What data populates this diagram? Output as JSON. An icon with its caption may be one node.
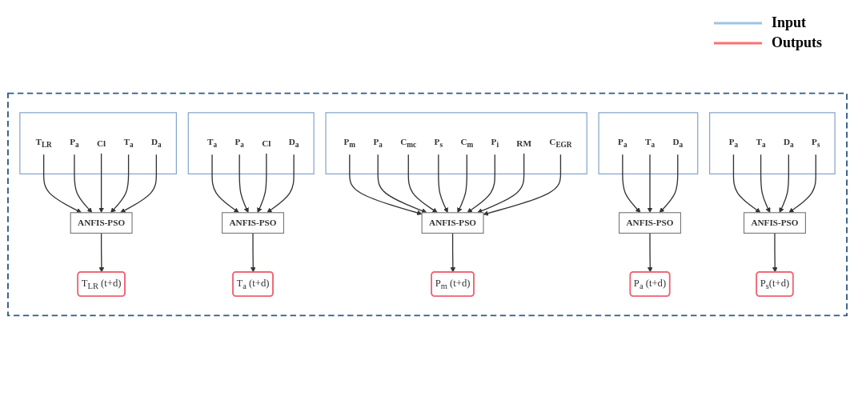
{
  "diagram": {
    "nodes": [
      {
        "text": [],
        "shape": "box"
      },
      {
        "text": [],
        "shape": "box",
        "in": 0
      },
      {
        "text": [
          "T$_{LR}$"
        ],
        "in": 1
      },
      {
        "text": [
          "P$_{a}$"
        ],
        "in": 1
      },
      {
        "text": [
          "Cl"
        ],
        "in": 1
      },
      {
        "text": [
          "T$_{a}$"
        ],
        "in": 1
      },
      {
        "text": [
          "D$_{a}$"
        ],
        "in": 1
      },
      {
        "text": [
          "ANFIS-PSO"
        ],
        "in": 0
      },
      {
        "text": [
          "T$_{LR}$ (t+d)"
        ],
        "in": 0
      },
      {
        "text": [],
        "shape": "box",
        "in": 0
      },
      {
        "text": [
          "T$_{a}$"
        ],
        "in": 9
      },
      {
        "text": [
          "P$_{a}$"
        ],
        "in": 9
      },
      {
        "text": [
          "Cl"
        ],
        "in": 9
      },
      {
        "text": [
          "D$_{a}$"
        ],
        "in": 9
      },
      {
        "text": [
          "ANFIS-PSO"
        ],
        "in": 0
      },
      {
        "text": [
          "T$_{a}$ (t+d)"
        ],
        "in": 0
      },
      {
        "text": [],
        "shape": "box",
        "in": 0
      },
      {
        "text": [
          "P$_{m}$"
        ],
        "in": 16
      },
      {
        "text": [
          "P$_{a}$"
        ],
        "in": 16
      },
      {
        "text": [
          "C$_{mc}$"
        ],
        "in": 16
      },
      {
        "text": [
          "P$_{s}$"
        ],
        "in": 16
      },
      {
        "text": [
          "C$_{m}$"
        ],
        "in": 16
      },
      {
        "text": [
          "P$_{i}$"
        ],
        "in": 16
      },
      {
        "text": [
          "RM"
        ],
        "in": 16
      },
      {
        "text": [
          "C$_{EGR}$"
        ],
        "in": 16
      },
      {
        "text": [
          "ANFIS-PSO"
        ],
        "in": 0
      },
      {
        "text": [
          "P$_{m}$ (t+d)"
        ],
        "in": 0
      },
      {
        "text": [],
        "shape": "box",
        "in": 0
      },
      {
        "text": [
          "P$_{a}$"
        ],
        "in": 27
      },
      {
        "text": [
          "T$_{a}$"
        ],
        "in": 27
      },
      {
        "text": [
          "D$_{a}$"
        ],
        "in": 27
      },
      {
        "text": [
          "ANFIS-PSO"
        ],
        "in": 0
      },
      {
        "text": [
          "P$_{a}$ (t+d)"
        ],
        "in": 0
      },
      {
        "text": [],
        "shape": "box",
        "in": 0
      },
      {
        "text": [
          "P$_{a}$"
        ],
        "in": 33
      },
      {
        "text": [
          "T$_{a}$"
        ],
        "in": 33
      },
      {
        "text": [
          "D$_{a}$"
        ],
        "in": 33
      },
      {
        "text": [
          "P$_{s}$"
        ],
        "in": 33
      },
      {
        "text": [
          "ANFIS-PSO"
        ],
        "in": 0
      },
      {
        "text": [
          "P$_{s}$(t+d)"
        ],
        "in": 0
      }
    ],
    "edges": [
      {
        "from": 2,
        "to": 7,
        "arrow": "to"
      },
      {
        "from": 3,
        "to": 7,
        "arrow": "to"
      },
      {
        "from": 4,
        "to": 7,
        "arrow": "to"
      },
      {
        "from": 5,
        "to": 7,
        "arrow": "to"
      },
      {
        "from": 6,
        "to": 7,
        "arrow": "to"
      },
      {
        "from": 7,
        "to": 8,
        "arrow": "to"
      },
      {
        "from": 10,
        "to": 14,
        "arrow": "to"
      },
      {
        "from": 11,
        "to": 14,
        "arrow": "to"
      },
      {
        "from": 12,
        "to": 14,
        "arrow": "to"
      },
      {
        "from": 13,
        "to": 14,
        "arrow": "to"
      },
      {
        "from": 14,
        "to": 15,
        "arrow": "to"
      },
      {
        "from": 17,
        "to": 25,
        "arrow": "to"
      },
      {
        "from": 18,
        "to": 25,
        "arrow": "to"
      },
      {
        "from": 19,
        "to": 25,
        "arrow": "to"
      },
      {
        "from": 20,
        "to": 25,
        "arrow": "to"
      },
      {
        "from": 21,
        "to": 25,
        "arrow": "to"
      },
      {
        "from": 22,
        "to": 25,
        "arrow": "to"
      },
      {
        "from": 23,
        "to": 25,
        "arrow": "to"
      },
      {
        "from": 24,
        "to": 25,
        "arrow": "to"
      },
      {
        "from": 25,
        "to": 26,
        "arrow": "to"
      },
      {
        "from": 28,
        "to": 31,
        "arrow": "to"
      },
      {
        "from": 29,
        "to": 31,
        "arrow": "to"
      },
      {
        "from": 30,
        "to": 31,
        "arrow": "to"
      },
      {
        "from": 31,
        "to": 32,
        "arrow": "to"
      },
      {
        "from": 34,
        "to": 38,
        "arrow": "to"
      },
      {
        "from": 35,
        "to": 38,
        "arrow": "to"
      },
      {
        "from": 36,
        "to": 38,
        "arrow": "to"
      },
      {
        "from": 37,
        "to": 38,
        "arrow": "to"
      },
      {
        "from": 38,
        "to": 39,
        "arrow": "to"
      }
    ],
    "legend": [
      {
        "text": "Input"
      },
      {
        "text": "Outputs"
      }
    ]
  }
}
